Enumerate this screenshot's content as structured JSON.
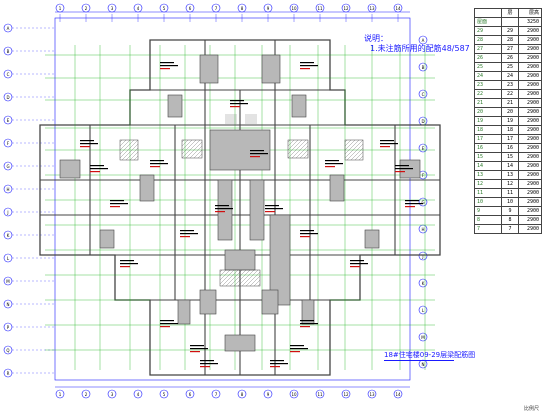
{
  "drawing": {
    "note_title": "说明：",
    "note_body": "1.未注筋所用的配筋48/587",
    "caption": "18#住宅楼09-29层梁配筋图",
    "signature": "比例尺"
  },
  "floor_table": {
    "header": [
      "",
      "层",
      "层高"
    ],
    "rows": [
      [
        "屋面",
        "",
        "3250"
      ],
      [
        "29",
        "29",
        "2900"
      ],
      [
        "28",
        "28",
        "2900"
      ],
      [
        "27",
        "27",
        "2900"
      ],
      [
        "26",
        "26",
        "2900"
      ],
      [
        "25",
        "25",
        "2900"
      ],
      [
        "24",
        "24",
        "2900"
      ],
      [
        "23",
        "23",
        "2900"
      ],
      [
        "22",
        "22",
        "2900"
      ],
      [
        "21",
        "21",
        "2900"
      ],
      [
        "20",
        "20",
        "2900"
      ],
      [
        "19",
        "19",
        "2900"
      ],
      [
        "18",
        "18",
        "2900"
      ],
      [
        "17",
        "17",
        "2900"
      ],
      [
        "16",
        "16",
        "2900"
      ],
      [
        "15",
        "15",
        "2900"
      ],
      [
        "14",
        "14",
        "2900"
      ],
      [
        "13",
        "13",
        "2900"
      ],
      [
        "12",
        "12",
        "2900"
      ],
      [
        "11",
        "11",
        "2900"
      ],
      [
        "10",
        "10",
        "2900"
      ],
      [
        "9",
        "9",
        "2900"
      ],
      [
        "8",
        "8",
        "2900"
      ],
      [
        "7",
        "7",
        "2900"
      ]
    ]
  },
  "axes": {
    "top": [
      "1",
      "2",
      "3",
      "4",
      "5",
      "6",
      "7",
      "8",
      "9",
      "10",
      "11",
      "12",
      "13",
      "14"
    ],
    "left": [
      "A",
      "B",
      "C",
      "D",
      "E",
      "F",
      "G",
      "H",
      "J",
      "K",
      "L",
      "M",
      "N",
      "P",
      "Q",
      "R"
    ],
    "right": [
      "A",
      "B",
      "C",
      "D",
      "E",
      "F",
      "G",
      "H",
      "J",
      "K",
      "L",
      "M",
      "N"
    ]
  },
  "colors": {
    "line": "#1a1aff",
    "beam": "#00aa00",
    "wall": "#444444",
    "label": "#d01010",
    "text": "#000000"
  }
}
